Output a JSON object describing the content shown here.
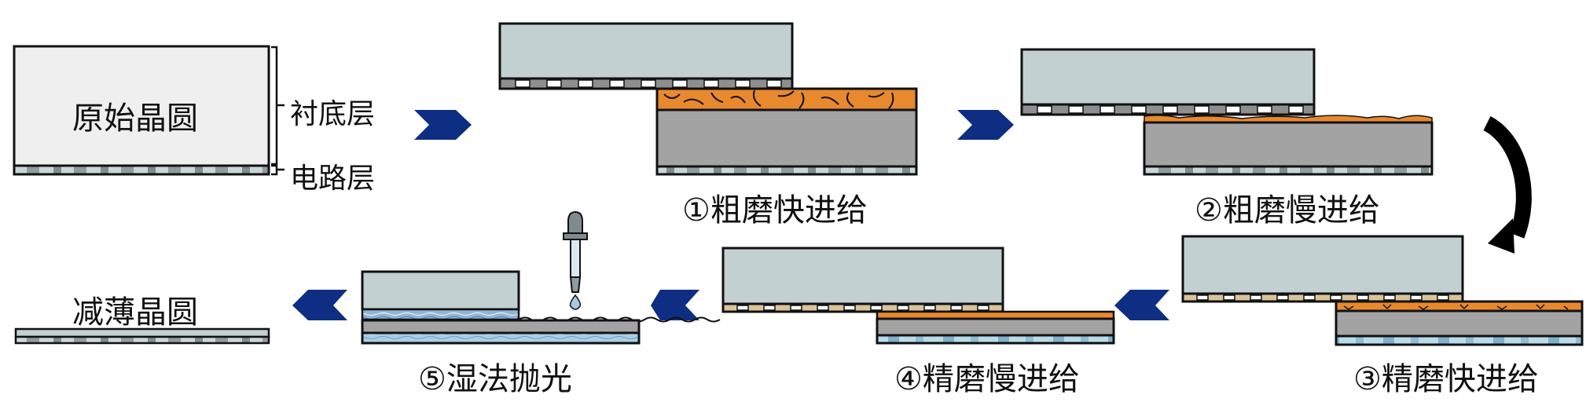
{
  "diagram": {
    "title": "Wafer thinning process",
    "original_wafer": {
      "label": "原始晶圆",
      "substrate_label": "衬底层",
      "circuit_label": "电路层"
    },
    "thinned_wafer": {
      "label": "减薄晶圆"
    },
    "steps": [
      {
        "number": "①",
        "label": "①粗磨快进给"
      },
      {
        "number": "②",
        "label": "②粗磨慢进给"
      },
      {
        "number": "③",
        "label": "③精磨快进给"
      },
      {
        "number": "④",
        "label": "④精磨慢进给"
      },
      {
        "number": "⑤",
        "label": "⑤湿法抛光"
      }
    ],
    "colors": {
      "wheel": "#c3d0d1",
      "coarse_segment": "#8e8e8e",
      "fine_segment": "#d9c49a",
      "damage_layer": "#e8892e",
      "substrate": "#a3a3a3",
      "circuit": "#c9d6d8",
      "slurry": "#8fb6d6",
      "arrow_blue": "#0d2e82",
      "arrow_black": "#000000",
      "wafer_face": "#efefef"
    }
  }
}
